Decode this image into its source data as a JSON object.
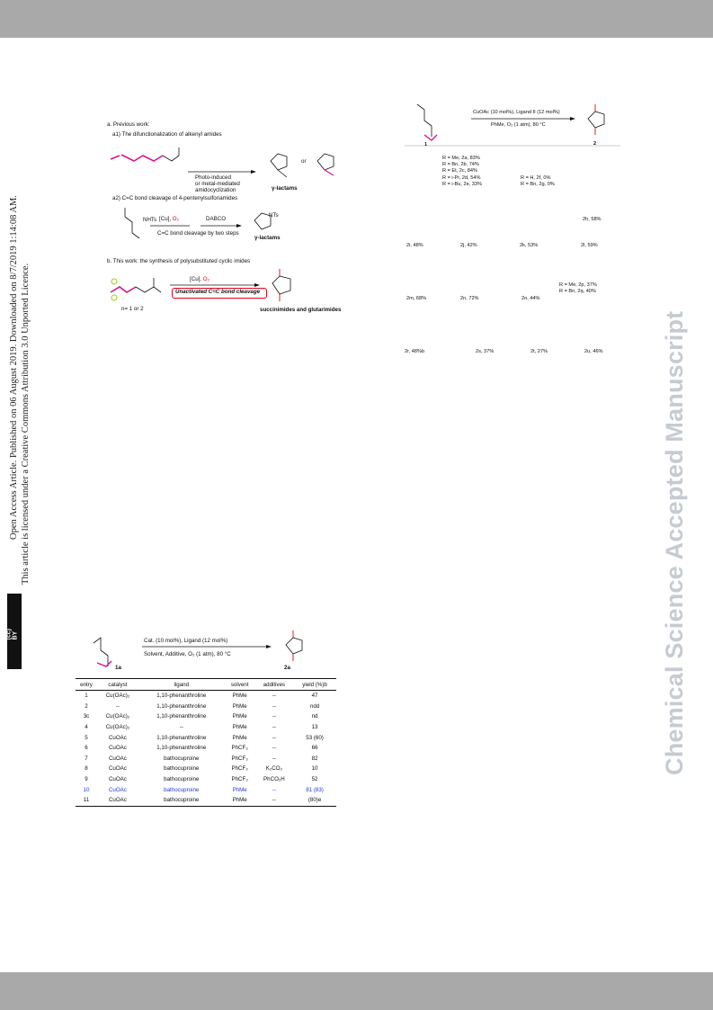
{
  "sidebar": {
    "line1": "Open Access Article. Published on 06 August 2019. Downloaded on 8/7/2019 1:14:08 AM.",
    "line2": "This article is licensed under a Creative Commons Attribution 3.0 Unported Licence.",
    "badge": "(cc) BY"
  },
  "watermark": "Chemical Science Accepted Manuscript",
  "scheme1": {
    "a_title": "a. Previous work:",
    "a1_title": "a1) The difunctionalization of alkenyl amides",
    "a1_arrow_top": "Photo-induced",
    "a1_arrow_mid": "or metal-mediated",
    "a1_arrow_bot": "amidocyclization",
    "a1_or": "or",
    "a1_product": "γ-lactams",
    "a2_title": "a2) C=C bond cleavage of 4-pentenylsulfonamides",
    "a2_reagent1": "[Cu], ",
    "a2_o2": "O₂",
    "a2_reagent2": "DABCO",
    "a2_note": "C=C bond cleavage by two steps",
    "a2_product": "γ-lactams",
    "b_title": "b. This work: the synthesis of polysubstituted cyclic imides",
    "b_reagent": "[Cu], ",
    "b_o2": "O₂",
    "b_box": "Unactivated C=C bond cleavage",
    "b_n": "n= 1 or 2",
    "b_product": "succinimides and glutarimides"
  },
  "scheme2": {
    "conditions_top": "CuOAc (10 mol%), Ligand II (12 mol%)",
    "conditions_bot": "PhMe, O₂ (1 atm), 80 °C",
    "sm_label": "1",
    "pd_label": "2",
    "list_2a_2e": [
      "R = Me, 2a, 83%",
      "R = Bn, 2b, 74%",
      "R = Et, 2c, 84%",
      "R = i-Pr, 2d, 54%",
      "R = i-Bu, 2e, 33%"
    ],
    "list_2f_2g": [
      "R = H, 2f, 0%",
      "R = Bn, 2g, 0%"
    ],
    "list_2p_2q": [
      "R = Me, 2p, 37%",
      "R = Bn, 2q, 40%"
    ],
    "compounds": [
      {
        "id": "2h",
        "yield": "2h, 58%"
      },
      {
        "id": "2i",
        "yield": "2i, 48%"
      },
      {
        "id": "2j",
        "yield": "2j, 42%"
      },
      {
        "id": "2k",
        "yield": "2k, 53%"
      },
      {
        "id": "2l",
        "yield": "2l, 59%"
      },
      {
        "id": "2m",
        "yield": "2m, 68%"
      },
      {
        "id": "2n",
        "yield": "2n, 72%"
      },
      {
        "id": "2o",
        "yield": "2o, 44%"
      },
      {
        "id": "2r",
        "yield": "2r, 48%b"
      },
      {
        "id": "2s",
        "yield": "2s, 37%"
      },
      {
        "id": "2t",
        "yield": "2t, 27%"
      },
      {
        "id": "2u",
        "yield": "2u, 46%"
      }
    ]
  },
  "table1": {
    "conditions_top": "Cat. (10 mol%), Ligand (12 mol%)",
    "conditions_bot": "Solvent, Additive, O₂ (1 atm), 80 °C",
    "sm_label": "1a",
    "pd_label": "2a",
    "headers": [
      "entry",
      "catalyst",
      "ligand",
      "solvent",
      "additives",
      "yield (%)b"
    ],
    "rows": [
      [
        "1",
        "Cu(OAc)₂",
        "1,10-phenanthroline",
        "PhMe",
        "--",
        "47"
      ],
      [
        "2",
        "--",
        "1,10-phenanthroline",
        "PhMe",
        "--",
        "ndd"
      ],
      [
        "3c",
        "Cu(OAc)₂",
        "1,10-phenanthroline",
        "PhMe",
        "--",
        "nd"
      ],
      [
        "4",
        "Cu(OAc)₂",
        "--",
        "PhMe",
        "--",
        "13"
      ],
      [
        "5",
        "CuOAc",
        "1,10-phenanthroline",
        "PhMe",
        "--",
        "53 (60)"
      ],
      [
        "6",
        "CuOAc",
        "1,10-phenanthroline",
        "PhCF₃",
        "--",
        "66"
      ],
      [
        "7",
        "CuOAc",
        "bathocuproine",
        "PhCF₃",
        "--",
        "82"
      ],
      [
        "8",
        "CuOAc",
        "bathocuproine",
        "PhCF₃",
        "K₂CO₃",
        "10"
      ],
      [
        "9",
        "CuOAc",
        "bathocuproine",
        "PhCF₃",
        "PhCO₂H",
        "52"
      ],
      [
        "10",
        "CuOAc",
        "bathocuproine",
        "PhMe",
        "--",
        "81 (83)"
      ],
      [
        "11",
        "CuOAc",
        "bathocuproine",
        "PhMe",
        "--",
        "(80)e"
      ]
    ],
    "highlight_row": 10,
    "highlight_color": "#2a35d6"
  },
  "colors": {
    "band": "#a9a9a9",
    "watermark": "#c6cbd2",
    "accent_red": "#e0001b",
    "accent_magenta": "#d6148f",
    "accent_blue": "#2a35d6"
  }
}
